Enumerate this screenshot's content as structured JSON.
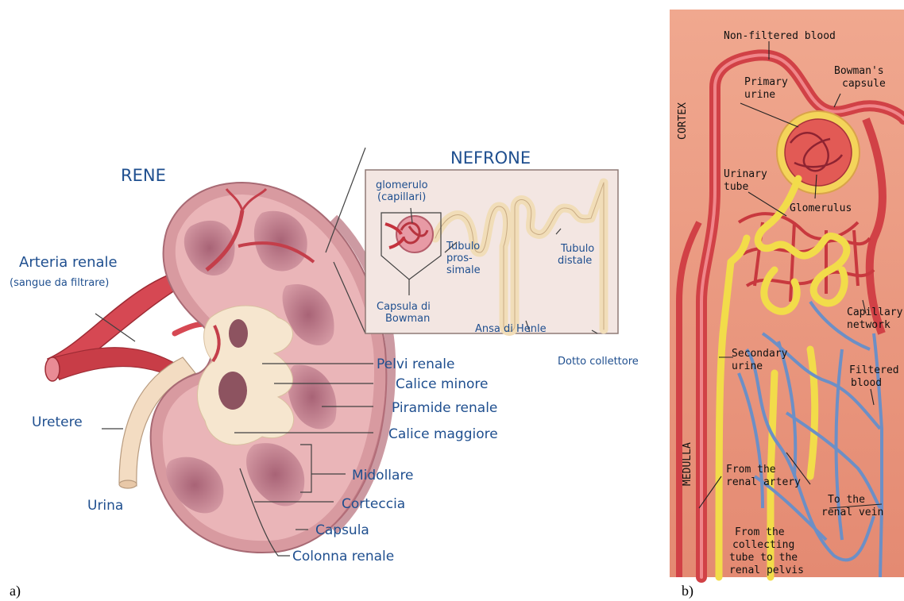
{
  "panel_a": {
    "panel_label": "a)",
    "kidney_title": "RENE",
    "nephron_title": "NEFRONE",
    "labels": {
      "arteria_renale": "Arteria renale",
      "sangue": "(sangue da filtrare)",
      "uretere": "Uretere",
      "urina": "Urina",
      "pelvi_renale": "Pelvi renale",
      "calice_minore": "Calice minore",
      "piramide_renale": "Piramide renale",
      "calice_maggiore": "Calice maggiore",
      "midollare": "Midollare",
      "corteccia": "Corteccia",
      "capsula": "Capsula",
      "colonna_renale": "Colonna renale",
      "glomerulo_1": "glomerulo",
      "glomerulo_2": "(capillari)",
      "tubulo_pros_1": "Tubulo",
      "tubulo_pros_2": "pros-",
      "tubulo_pros_3": "simale",
      "tubulo_dist_1": "Tubulo",
      "tubulo_dist_2": "distale",
      "capsula_bowman_1": "Capsula di",
      "capsula_bowman_2": "Bowman",
      "ansa_henle": "Ansa di Henle",
      "dotto_collettore": "Dotto collettore"
    }
  },
  "panel_b": {
    "panel_label": "b)",
    "labels": {
      "non_filtered": "Non-filtered blood",
      "cortex": "CORTEX",
      "medulla": "MEDULLA",
      "primary_1": "Primary",
      "primary_2": "urine",
      "bowmans_1": "Bowman's",
      "bowmans_2": "capsule",
      "urinary_1": "Urinary",
      "urinary_2": "tube",
      "glomerulus": "Glomerulus",
      "capillary_1": "Capillary",
      "capillary_2": "network",
      "secondary_1": "Secondary",
      "secondary_2": "urine",
      "filtered_1": "Filtered",
      "filtered_2": "blood",
      "from_artery_1": "From the",
      "from_artery_2": "renal artery",
      "to_vein_1": "To the",
      "to_vein_2": "renal vein",
      "from_coll_1": "From the",
      "from_coll_2": "collecting",
      "from_coll_3": "tube to the",
      "from_coll_4": "renal pelvis"
    }
  },
  "colors": {
    "label_blue": "#1f4f8f",
    "artery_red": "#d9454f",
    "kidney_pink": "#e6a9ad",
    "medulla_pink": "#c98a96",
    "pelvis_cream": "#f6e6cf",
    "tubule_yellow": "#f2dc4a",
    "vein_blue": "#6c8fc6",
    "bg_salmon": "#e9977e"
  }
}
